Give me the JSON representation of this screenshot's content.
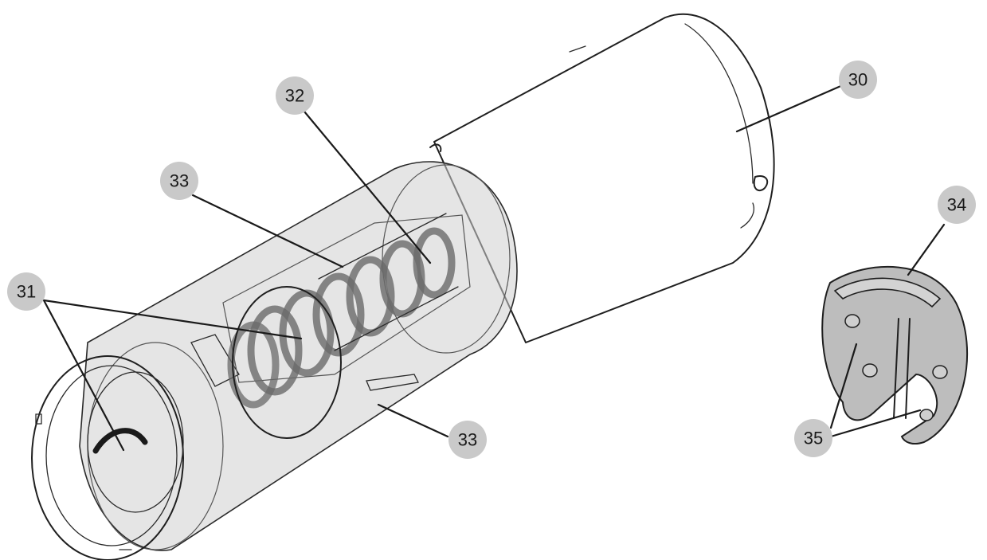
{
  "callouts": [
    {
      "id": "c30",
      "label": "30"
    },
    {
      "id": "c32",
      "label": "32"
    },
    {
      "id": "c33a",
      "label": "33"
    },
    {
      "id": "c31",
      "label": "31"
    },
    {
      "id": "c33b",
      "label": "33"
    },
    {
      "id": "c34",
      "label": "34"
    },
    {
      "id": "c35",
      "label": "35"
    }
  ],
  "colors": {
    "line": "#1f1f1f",
    "badge_fill": "#c9c9c9",
    "translucent_fill": "#cfcfcf",
    "solid_part_fill": "#bdbdbd",
    "background": "#ffffff"
  }
}
